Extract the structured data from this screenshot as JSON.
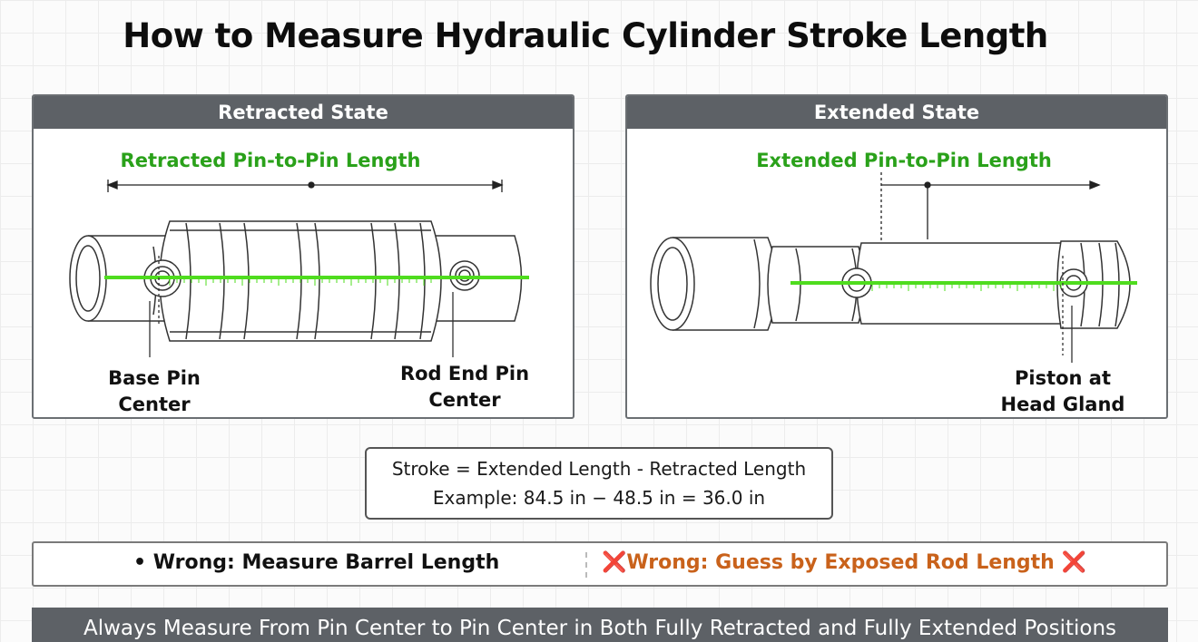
{
  "title": "How to Measure Hydraulic Cylinder Stroke Length",
  "retracted": {
    "header": "Retracted State",
    "measure_label": "Retracted Pin-to-Pin Length",
    "left_label_line1": "Base Pin",
    "left_label_line2": "Center",
    "right_label_line1": "Rod End Pin",
    "right_label_line2": "Center"
  },
  "extended": {
    "header": "Extended State",
    "measure_label": "Extended Pin-to-Pin Length",
    "right_label_line1": "Piston at",
    "right_label_line2": "Head Gland"
  },
  "formula": {
    "line1": "Stroke = Extended Length - Retracted Length",
    "line2": "Example: 84.5 in − 48.5 in = 36.0 in"
  },
  "wrong": {
    "left_bullet": "•",
    "left": "Wrong: Measure Barrel Length",
    "right": "Wrong: Guess by Exposed Rod Length",
    "x_symbol": "❌"
  },
  "footer": "Always Measure From Pin Center to Pin Center in Both Fully Retracted and Fully Extended Positions",
  "colors": {
    "header_bg": "#5d6166",
    "measure_green": "#2aa11a",
    "line_green": "#4fdc1e",
    "wrong_orange": "#c9621b",
    "x_red": "#d8221c"
  }
}
